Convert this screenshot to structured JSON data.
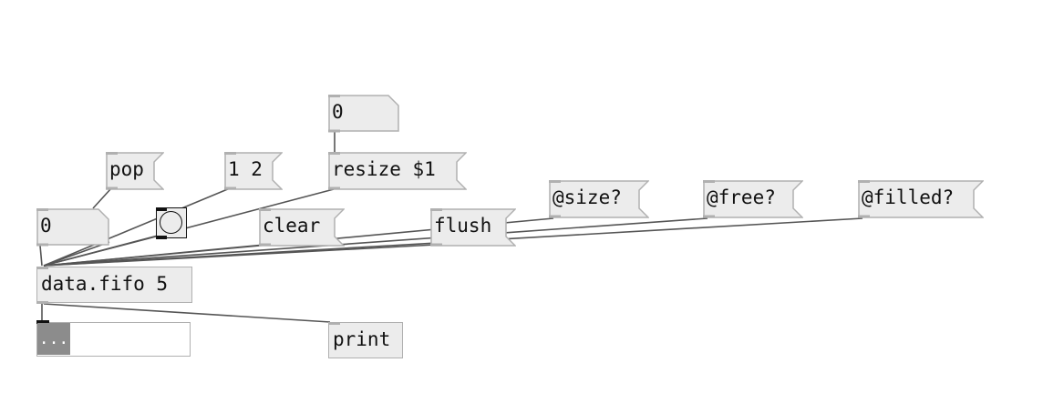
{
  "patch": {
    "objects": {
      "data_fifo": "data.fifo 5",
      "print": "print"
    },
    "messages": {
      "pop": "pop",
      "one_two": "1 2",
      "resize": "resize $1",
      "clear": "clear",
      "flush": "flush",
      "size_query": "@size?",
      "free_query": "@free?",
      "filled_query": "@filled?"
    },
    "numbers": {
      "left_number": "0",
      "top_number": "0"
    },
    "list_view": {
      "placeholder": "..."
    }
  },
  "colors": {
    "box_fill": "#ececec",
    "box_border": "#b0b0b0",
    "wire": "#555555",
    "listview_fill": "#8c8c8c"
  }
}
